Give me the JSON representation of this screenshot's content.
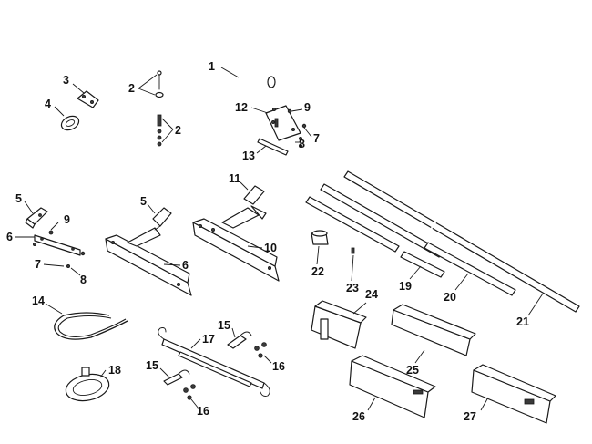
{
  "callouts": {
    "c1": "1",
    "c2a": "2",
    "c2b": "2",
    "c3": "3",
    "c4": "4",
    "c5a": "5",
    "c5b": "5",
    "c6a": "6",
    "c6b": "6",
    "c7a": "7",
    "c7b": "7",
    "c8a": "8",
    "c8b": "8",
    "c9a": "9",
    "c9b": "9",
    "c10": "10",
    "c11": "11",
    "c12": "12",
    "c13": "13",
    "c14": "14",
    "c15a": "15",
    "c15b": "15",
    "c16a": "16",
    "c16b": "16",
    "c17": "17",
    "c18": "18",
    "c19": "19",
    "c20": "20",
    "c21": "21",
    "c22": "22",
    "c23": "23",
    "c24": "24",
    "c25": "25",
    "c26": "26",
    "c27": "27"
  }
}
